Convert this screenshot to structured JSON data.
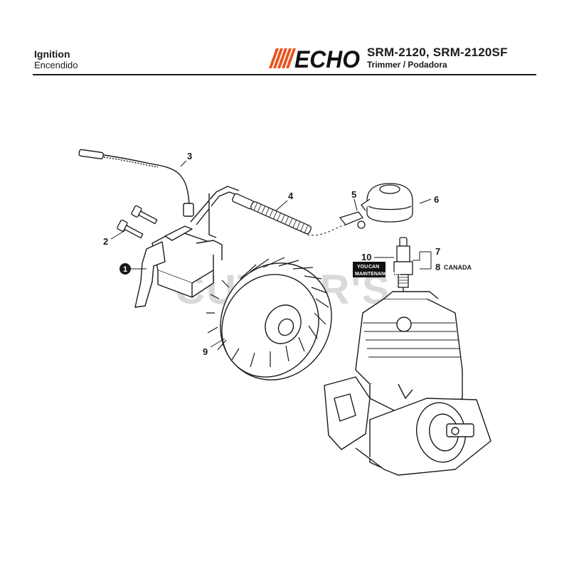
{
  "header": {
    "section_title": "Ignition",
    "section_title_es": "Encendido",
    "brand": "ECHO",
    "model": "SRM-2120, SRM-2120SF",
    "product": "Trimmer / Podadora"
  },
  "watermark": "CUTTER'S",
  "badge": {
    "line1": "YOU",
    "line2": "CAN",
    "line3": "MAINTENANCE KIT"
  },
  "callouts": {
    "c1": "1",
    "c2": "2",
    "c3": "3",
    "c4": "4",
    "c5": "5",
    "c6": "6",
    "c7": "7",
    "c8": "8",
    "c8_note": "CANADA",
    "c9": "9",
    "c10": "10"
  },
  "colors": {
    "brand_orange": "#e8531e",
    "ink": "#1a1a1a",
    "watermark": "#d9d9d9"
  }
}
